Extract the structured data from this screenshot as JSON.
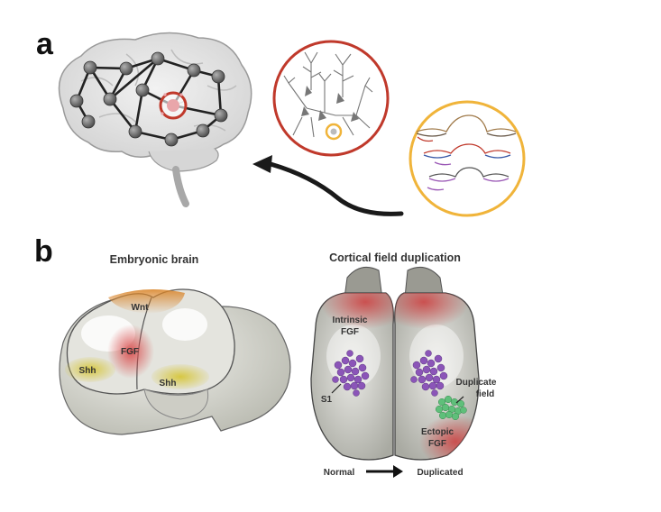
{
  "panel_a": {
    "letter": "a"
  },
  "panel_b": {
    "letter": "b",
    "left_title": "Embryonic brain",
    "right_title": "Cortical field duplication",
    "labels": {
      "wnt": "Wnt",
      "fgf": "FGF",
      "shh_left": "Shh",
      "shh_right": "Shh",
      "intrinsic_line1": "Intrinsic",
      "intrinsic_line2": "FGF",
      "s1": "S1",
      "duplicate_line1": "Duplicate",
      "duplicate_line2": "field",
      "ectopic_line1": "Ectopic",
      "ectopic_line2": "FGF"
    },
    "bottom": {
      "normal": "Normal",
      "duplicated": "Duplicated"
    }
  },
  "colors": {
    "red_ring": "#c0392b",
    "yellow_ring": "#f0b43a",
    "neuron_gray": "#6e6e6e",
    "fgf_red": "#d94f4f",
    "wnt_orange": "#d9862c",
    "shh_yellow": "#d6c63a",
    "s1_purple": "#8b55b8",
    "dup_green": "#5fbf7a"
  },
  "icons": [
    "brain-network-illustration",
    "neuron-circle-icon",
    "dna-strand-icon",
    "curved-arrow-icon",
    "right-arrow-icon"
  ]
}
